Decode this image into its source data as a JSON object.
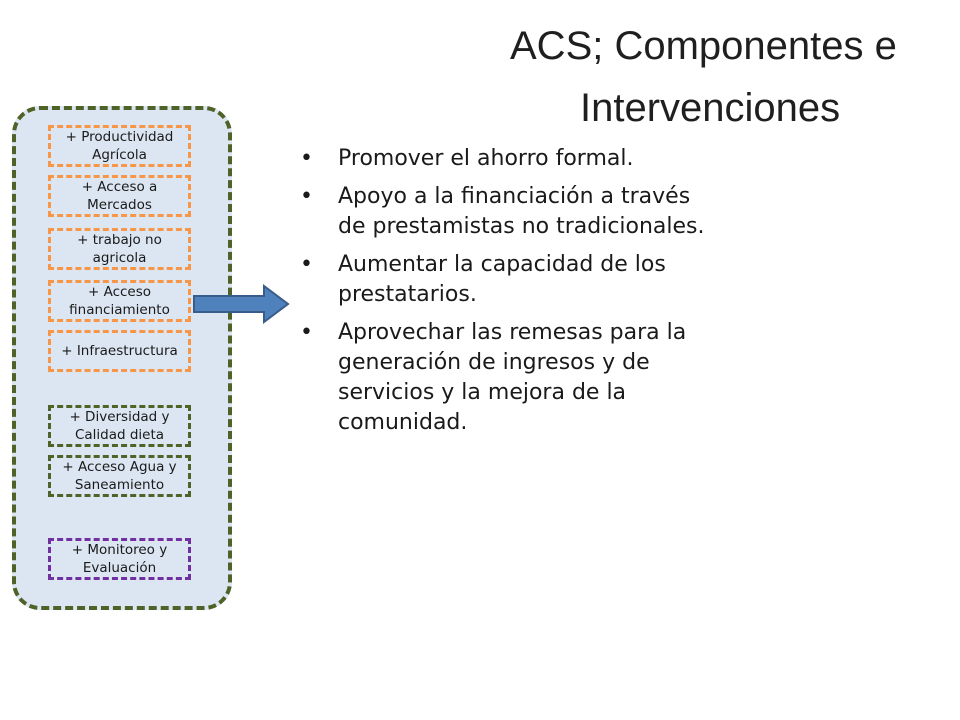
{
  "slide": {
    "title_line1": "ACS; Componentes e",
    "title_line2": "Intervenciones"
  },
  "panel": {
    "boxes": [
      {
        "label": "+ Productividad Agrícola",
        "color": "#f79646"
      },
      {
        "label": "+ Acceso a Mercados",
        "color": "#f79646"
      },
      {
        "label": "+ trabajo no agricola",
        "color": "#f79646"
      },
      {
        "label": "+ Acceso financiamiento",
        "color": "#f79646"
      },
      {
        "label": "+ Infraestructura",
        "color": "#f79646"
      },
      {
        "label": "+ Diversidad y Calidad dieta",
        "color": "#4f6228"
      },
      {
        "label": "+ Acceso Agua y Saneamiento",
        "color": "#4f6228"
      },
      {
        "label": "+ Monitoreo y Evaluación",
        "color": "#7030a0"
      }
    ],
    "border_color": "#4f6228",
    "fill_color": "#dce6f2"
  },
  "arrow": {
    "icon": "right-arrow-icon",
    "color": "#4f81bd"
  },
  "bullets": {
    "marker": "•",
    "items": [
      "Promover el ahorro formal.",
      "Apoyo a la financiación a través de prestamistas no tradicionales.",
      "Aumentar la capacidad de los prestatarios.",
      "Aprovechar las remesas para la generación de ingresos y de servicios y la mejora de la comunidad."
    ]
  }
}
